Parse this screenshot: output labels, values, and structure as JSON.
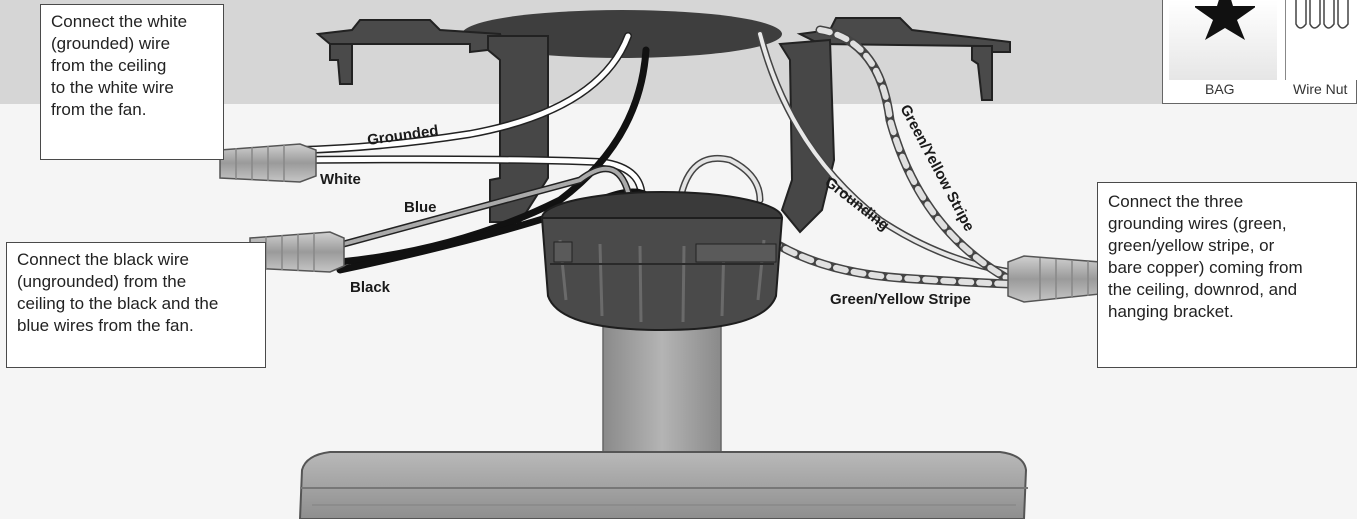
{
  "callouts": {
    "white": [
      "Connect the white",
      "(grounded) wire",
      "from the ceiling",
      "to the white wire",
      "from the fan."
    ],
    "black": [
      "Connect the black wire",
      "(ungrounded) from the",
      "ceiling to the black and the",
      "blue wires from the fan."
    ],
    "grounding": [
      "Connect the three",
      "grounding wires (green,",
      "green/yellow stripe, or",
      "bare copper) coming from",
      "the ceiling, downrod, and",
      "hanging bracket."
    ]
  },
  "wire_labels": {
    "grounded": "Grounded",
    "white": "White",
    "blue": "Blue",
    "black": "Black",
    "grounding": "Grounding",
    "green_yellow_vertical": "Green/Yellow Stripe",
    "green_yellow_horizontal": "Green/Yellow Stripe"
  },
  "legend": {
    "bag_label": "BAG",
    "wire_nut_label": "Wire Nut"
  },
  "colors": {
    "background_band": "#d6d6d6",
    "canopy": "#3e3e3e",
    "bracket": "#474747",
    "downrod": "#9a9a9a",
    "wire_nut": "#a8a8a8"
  }
}
